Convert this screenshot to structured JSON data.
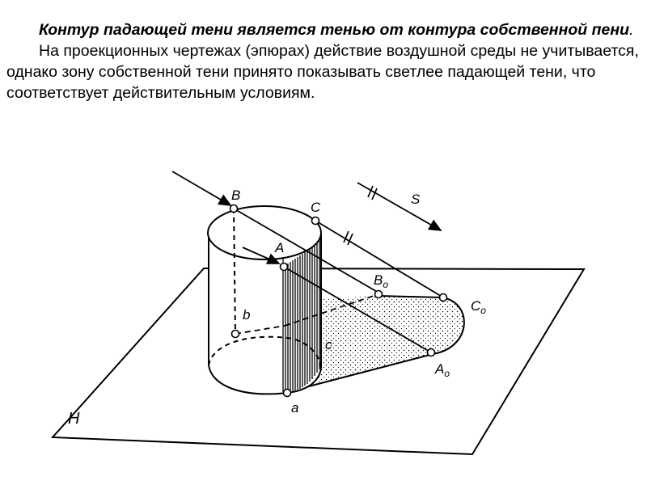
{
  "text": {
    "paragraph1_bold": "Контур падающей тени является тенью от контура собственной пени",
    "paragraph1_end": ".",
    "paragraph2": "На проекционных чертежах (эпюрах) действие воздушной среды не учитывается, однако зону собственной тени принято показывать светлее падающей тени, что соответствует действительным условиям."
  },
  "figure": {
    "labels": {
      "B": "B",
      "C_top": "C",
      "A": "A",
      "b": "b",
      "c_bottom": "c",
      "a": "a",
      "B0": "B",
      "B0_sub": "o",
      "C0": "C",
      "C0_sub": "o",
      "A0": "A",
      "A0_sub": "o",
      "S": "S",
      "H": "H",
      "parallel_mark": "//"
    }
  }
}
